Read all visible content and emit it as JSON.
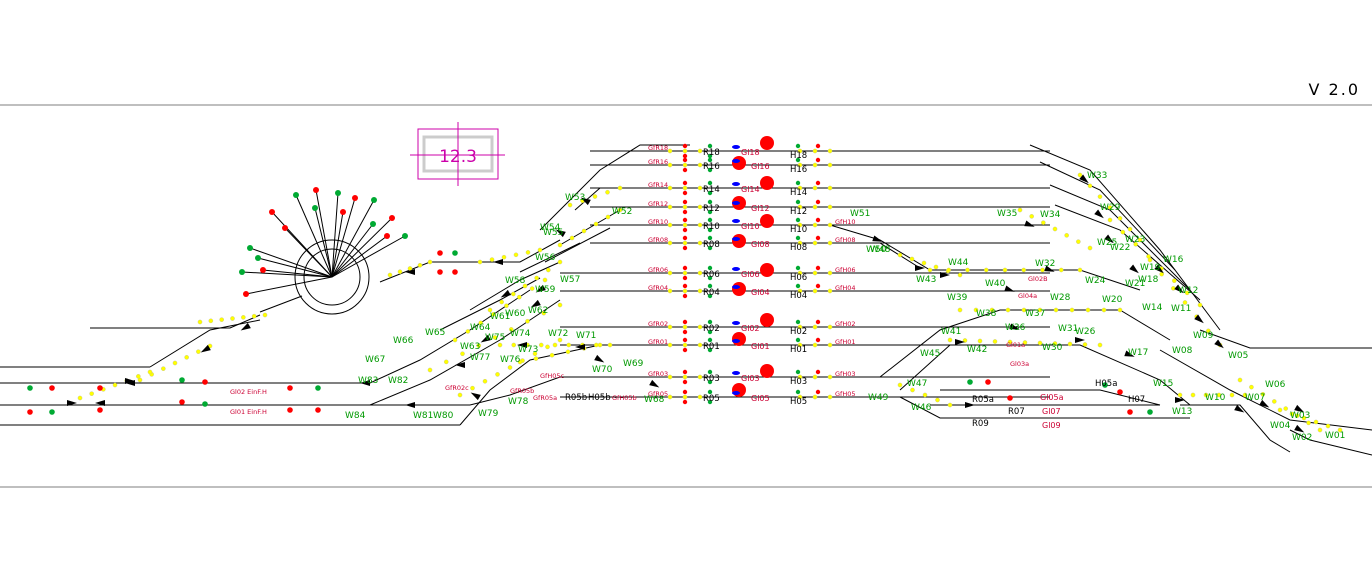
{
  "version": "V 2.0",
  "clock": "12.3",
  "colors": {
    "track": "#000000",
    "switch_label": "#009900",
    "platform_label": "#cc0033",
    "signal_main": "#ff0000",
    "signal_go": "#00aa33",
    "isolation_joint": "#ffff00",
    "frame": "#cc00aa",
    "marker_blue": "#0000ff"
  },
  "turntable_icon": "turntable-icon",
  "switches": [
    {
      "id": "W01",
      "label": "W01"
    },
    {
      "id": "W02",
      "label": "W02"
    },
    {
      "id": "W03",
      "label": "W03"
    },
    {
      "id": "W04",
      "label": "W04"
    },
    {
      "id": "W05",
      "label": "W05"
    },
    {
      "id": "W06",
      "label": "W06"
    },
    {
      "id": "W07",
      "label": "W07"
    },
    {
      "id": "W08",
      "label": "W08"
    },
    {
      "id": "W09",
      "label": "W09"
    },
    {
      "id": "W10",
      "label": "W10"
    },
    {
      "id": "W11",
      "label": "W11"
    },
    {
      "id": "W12",
      "label": "W12"
    },
    {
      "id": "W13",
      "label": "W13"
    },
    {
      "id": "W14",
      "label": "W14"
    },
    {
      "id": "W15",
      "label": "W15"
    },
    {
      "id": "W16",
      "label": "W16"
    },
    {
      "id": "W17",
      "label": "W17"
    },
    {
      "id": "W18",
      "label": "W18"
    },
    {
      "id": "W19",
      "label": "W19"
    },
    {
      "id": "W20",
      "label": "W20"
    },
    {
      "id": "W21",
      "label": "W21"
    },
    {
      "id": "W22",
      "label": "W22"
    },
    {
      "id": "W23",
      "label": "W23"
    },
    {
      "id": "W24",
      "label": "W24"
    },
    {
      "id": "W25",
      "label": "W25"
    },
    {
      "id": "W26",
      "label": "W26"
    },
    {
      "id": "W28",
      "label": "W28"
    },
    {
      "id": "W29",
      "label": "W29"
    },
    {
      "id": "W30",
      "label": "W30"
    },
    {
      "id": "W31",
      "label": "W31"
    },
    {
      "id": "W32",
      "label": "W32"
    },
    {
      "id": "W33",
      "label": "W33"
    },
    {
      "id": "W34",
      "label": "W34"
    },
    {
      "id": "W35",
      "label": "W35"
    },
    {
      "id": "W36",
      "label": "W36"
    },
    {
      "id": "W37",
      "label": "W37"
    },
    {
      "id": "W38",
      "label": "W38"
    },
    {
      "id": "W39",
      "label": "W39"
    },
    {
      "id": "W40",
      "label": "W40"
    },
    {
      "id": "W41",
      "label": "W41"
    },
    {
      "id": "W42",
      "label": "W42"
    },
    {
      "id": "W43",
      "label": "W43"
    },
    {
      "id": "W44",
      "label": "W44"
    },
    {
      "id": "W45",
      "label": "W45"
    },
    {
      "id": "W46",
      "label": "W46"
    },
    {
      "id": "W47",
      "label": "W47"
    },
    {
      "id": "W48",
      "label": "W48"
    },
    {
      "id": "W49",
      "label": "W49"
    },
    {
      "id": "W50",
      "label": "W50"
    },
    {
      "id": "W51",
      "label": "W51"
    },
    {
      "id": "W52",
      "label": "W52"
    },
    {
      "id": "W53",
      "label": "W53"
    },
    {
      "id": "W54",
      "label": "W54"
    },
    {
      "id": "W55",
      "label": "W55"
    },
    {
      "id": "W56",
      "label": "W56"
    },
    {
      "id": "W57",
      "label": "W57"
    },
    {
      "id": "W58",
      "label": "W58"
    },
    {
      "id": "W59",
      "label": "W59"
    },
    {
      "id": "W60",
      "label": "W60"
    },
    {
      "id": "W61",
      "label": "W61"
    },
    {
      "id": "W62",
      "label": "W62"
    },
    {
      "id": "W63",
      "label": "W63"
    },
    {
      "id": "W64",
      "label": "W64"
    },
    {
      "id": "W65",
      "label": "W65"
    },
    {
      "id": "W66",
      "label": "W66"
    },
    {
      "id": "W67",
      "label": "W67"
    },
    {
      "id": "W68",
      "label": "W68"
    },
    {
      "id": "W69",
      "label": "W69"
    },
    {
      "id": "W70",
      "label": "W70"
    },
    {
      "id": "W71",
      "label": "W71"
    },
    {
      "id": "W72",
      "label": "W72"
    },
    {
      "id": "W73",
      "label": "W73"
    },
    {
      "id": "W74",
      "label": "W74"
    },
    {
      "id": "W75",
      "label": "W75"
    },
    {
      "id": "W76",
      "label": "W76"
    },
    {
      "id": "W77",
      "label": "W77"
    },
    {
      "id": "W78",
      "label": "W78"
    },
    {
      "id": "W79",
      "label": "W79"
    },
    {
      "id": "W80",
      "label": "W80"
    },
    {
      "id": "W81",
      "label": "W81"
    },
    {
      "id": "W82",
      "label": "W82"
    },
    {
      "id": "W83",
      "label": "W83"
    },
    {
      "id": "W84",
      "label": "W84"
    }
  ],
  "tracks": [
    {
      "gl": "Gl18",
      "r": "R18",
      "h": "H18",
      "gfr": "GfR18"
    },
    {
      "gl": "Gl16",
      "r": "R16",
      "h": "H16",
      "gfr": "GfR16"
    },
    {
      "gl": "Gl14",
      "r": "R14",
      "h": "H14",
      "gfr": "GfR14"
    },
    {
      "gl": "Gl12",
      "r": "R12",
      "h": "H12",
      "gfr": "GfR12"
    },
    {
      "gl": "Gl10",
      "r": "R10",
      "h": "H10",
      "gfr": "GfR10",
      "gfh": "GfH10"
    },
    {
      "gl": "Gl08",
      "r": "R08",
      "h": "H08",
      "gfr": "GfR08",
      "gfh": "GfH08"
    },
    {
      "gl": "Gl06",
      "r": "R06",
      "h": "H06",
      "gfr": "GfR06",
      "gfh": "GfH06"
    },
    {
      "gl": "Gl04",
      "r": "R04",
      "h": "H04",
      "gfr": "GfR04",
      "gfh": "GfH04"
    },
    {
      "gl": "Gl02",
      "r": "R02",
      "h": "H02",
      "gfr": "GfR02",
      "gfh": "GfH02"
    },
    {
      "gl": "Gl01",
      "r": "R01",
      "h": "H01",
      "gfr": "GfR01",
      "gfh": "GfH01"
    },
    {
      "gl": "Gl03",
      "r": "R03",
      "h": "H03",
      "gfr": "GfR03",
      "gfh": "GfH03"
    },
    {
      "gl": "Gl05",
      "r": "R05",
      "h": "H05",
      "gfr": "GfR05",
      "gfh": "GfH05"
    }
  ],
  "misc_labels": {
    "r05b": "R05b",
    "h05b": "H05b",
    "gfh05b": "GfH05b",
    "gfr05a": "GfR05a",
    "gl02einfh": "Gl02 EinF.H",
    "gl01einfh": "Gl01 EinF.H",
    "gfr05b": "GfR05b",
    "gfh05c": "GfH05c",
    "gfr02c": "GfR02c",
    "r05a": "R05a",
    "r07": "R07",
    "r09": "R09",
    "h05a": "H05a",
    "h07": "H07",
    "gl05a": "Gl05a",
    "gl07": "Gl07",
    "gl09": "Gl09",
    "gl04a": "Gl04a",
    "gl01a": "Gl01a",
    "gl03a": "Gl03a",
    "gl02b": "Gl02B"
  }
}
